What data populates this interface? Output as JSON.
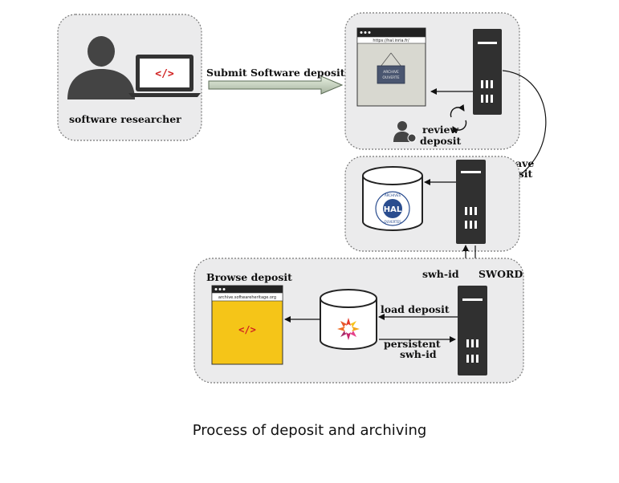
{
  "labels": {
    "software_researcher": "software researcher",
    "submit_deposit": "Submit Software deposit",
    "review": "review",
    "deposit": "deposit",
    "save": "save",
    "save_deposit": "deposit",
    "swh_id": "swh-id",
    "sword": "SWORD",
    "browse_deposit": "Browse deposit",
    "load_deposit": "load deposit",
    "persistent": "persistent",
    "persistent_swh_id": "swh-id"
  },
  "code_symbol": "</>",
  "hal_url": "https://hal.inria.fr/",
  "swh_url": "archive.softwareheritage.org",
  "hal_sign": [
    "ARCHIVE",
    "OUVERTE"
  ],
  "hal_logo": {
    "name": "HAL",
    "top": "ARCHIVES",
    "bottom": "OUVERTES"
  },
  "caption": "Process of deposit and archiving",
  "colors": {
    "panel": "#ebebec",
    "server": "#303030",
    "code_red": "#d02020",
    "swh_yellow": "#f5c518",
    "hal_blue": "#2a4d8f"
  }
}
